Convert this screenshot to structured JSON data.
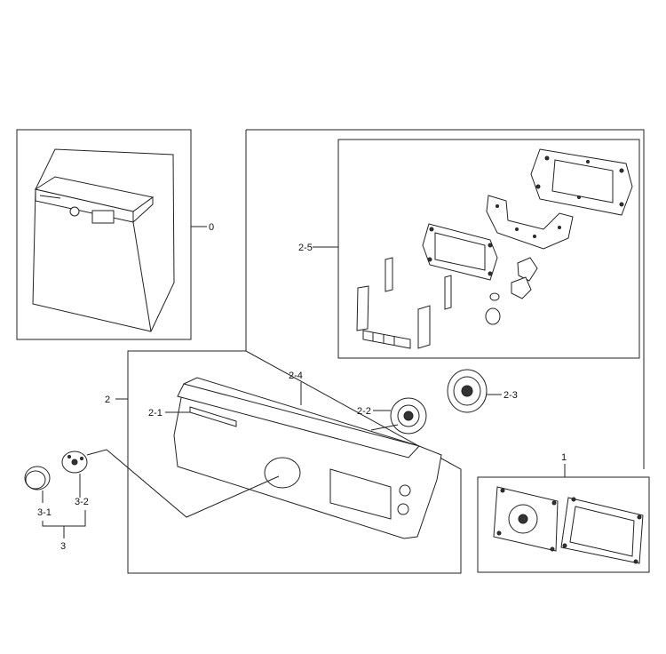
{
  "callouts": {
    "c0": "0",
    "c1": "1",
    "c2": "2",
    "c2_1": "2-1",
    "c2_2": "2-2",
    "c2_3": "2-3",
    "c2_4": "2-4",
    "c2_5": "2-5",
    "c3": "3",
    "c3_1": "3-1",
    "c3_2": "3-2"
  },
  "parts": [
    {
      "callout": "0",
      "icon": "dryer-cabinet-icon"
    },
    {
      "callout": "1",
      "icon": "pcb-assembly-icon"
    },
    {
      "callout": "2",
      "icon": "control-panel-assembly-icon"
    },
    {
      "callout": "2-1",
      "icon": "label-strip-icon"
    },
    {
      "callout": "2-2",
      "icon": "encoder-ring-icon"
    },
    {
      "callout": "2-3",
      "icon": "knob-bezel-icon"
    },
    {
      "callout": "2-4",
      "icon": "control-panel-icon"
    },
    {
      "callout": "2-5",
      "icon": "display-bracket-set-icon"
    },
    {
      "callout": "3",
      "icon": "knob-assembly-icon"
    },
    {
      "callout": "3-1",
      "icon": "knob-cap-icon"
    },
    {
      "callout": "3-2",
      "icon": "knob-base-icon"
    }
  ]
}
